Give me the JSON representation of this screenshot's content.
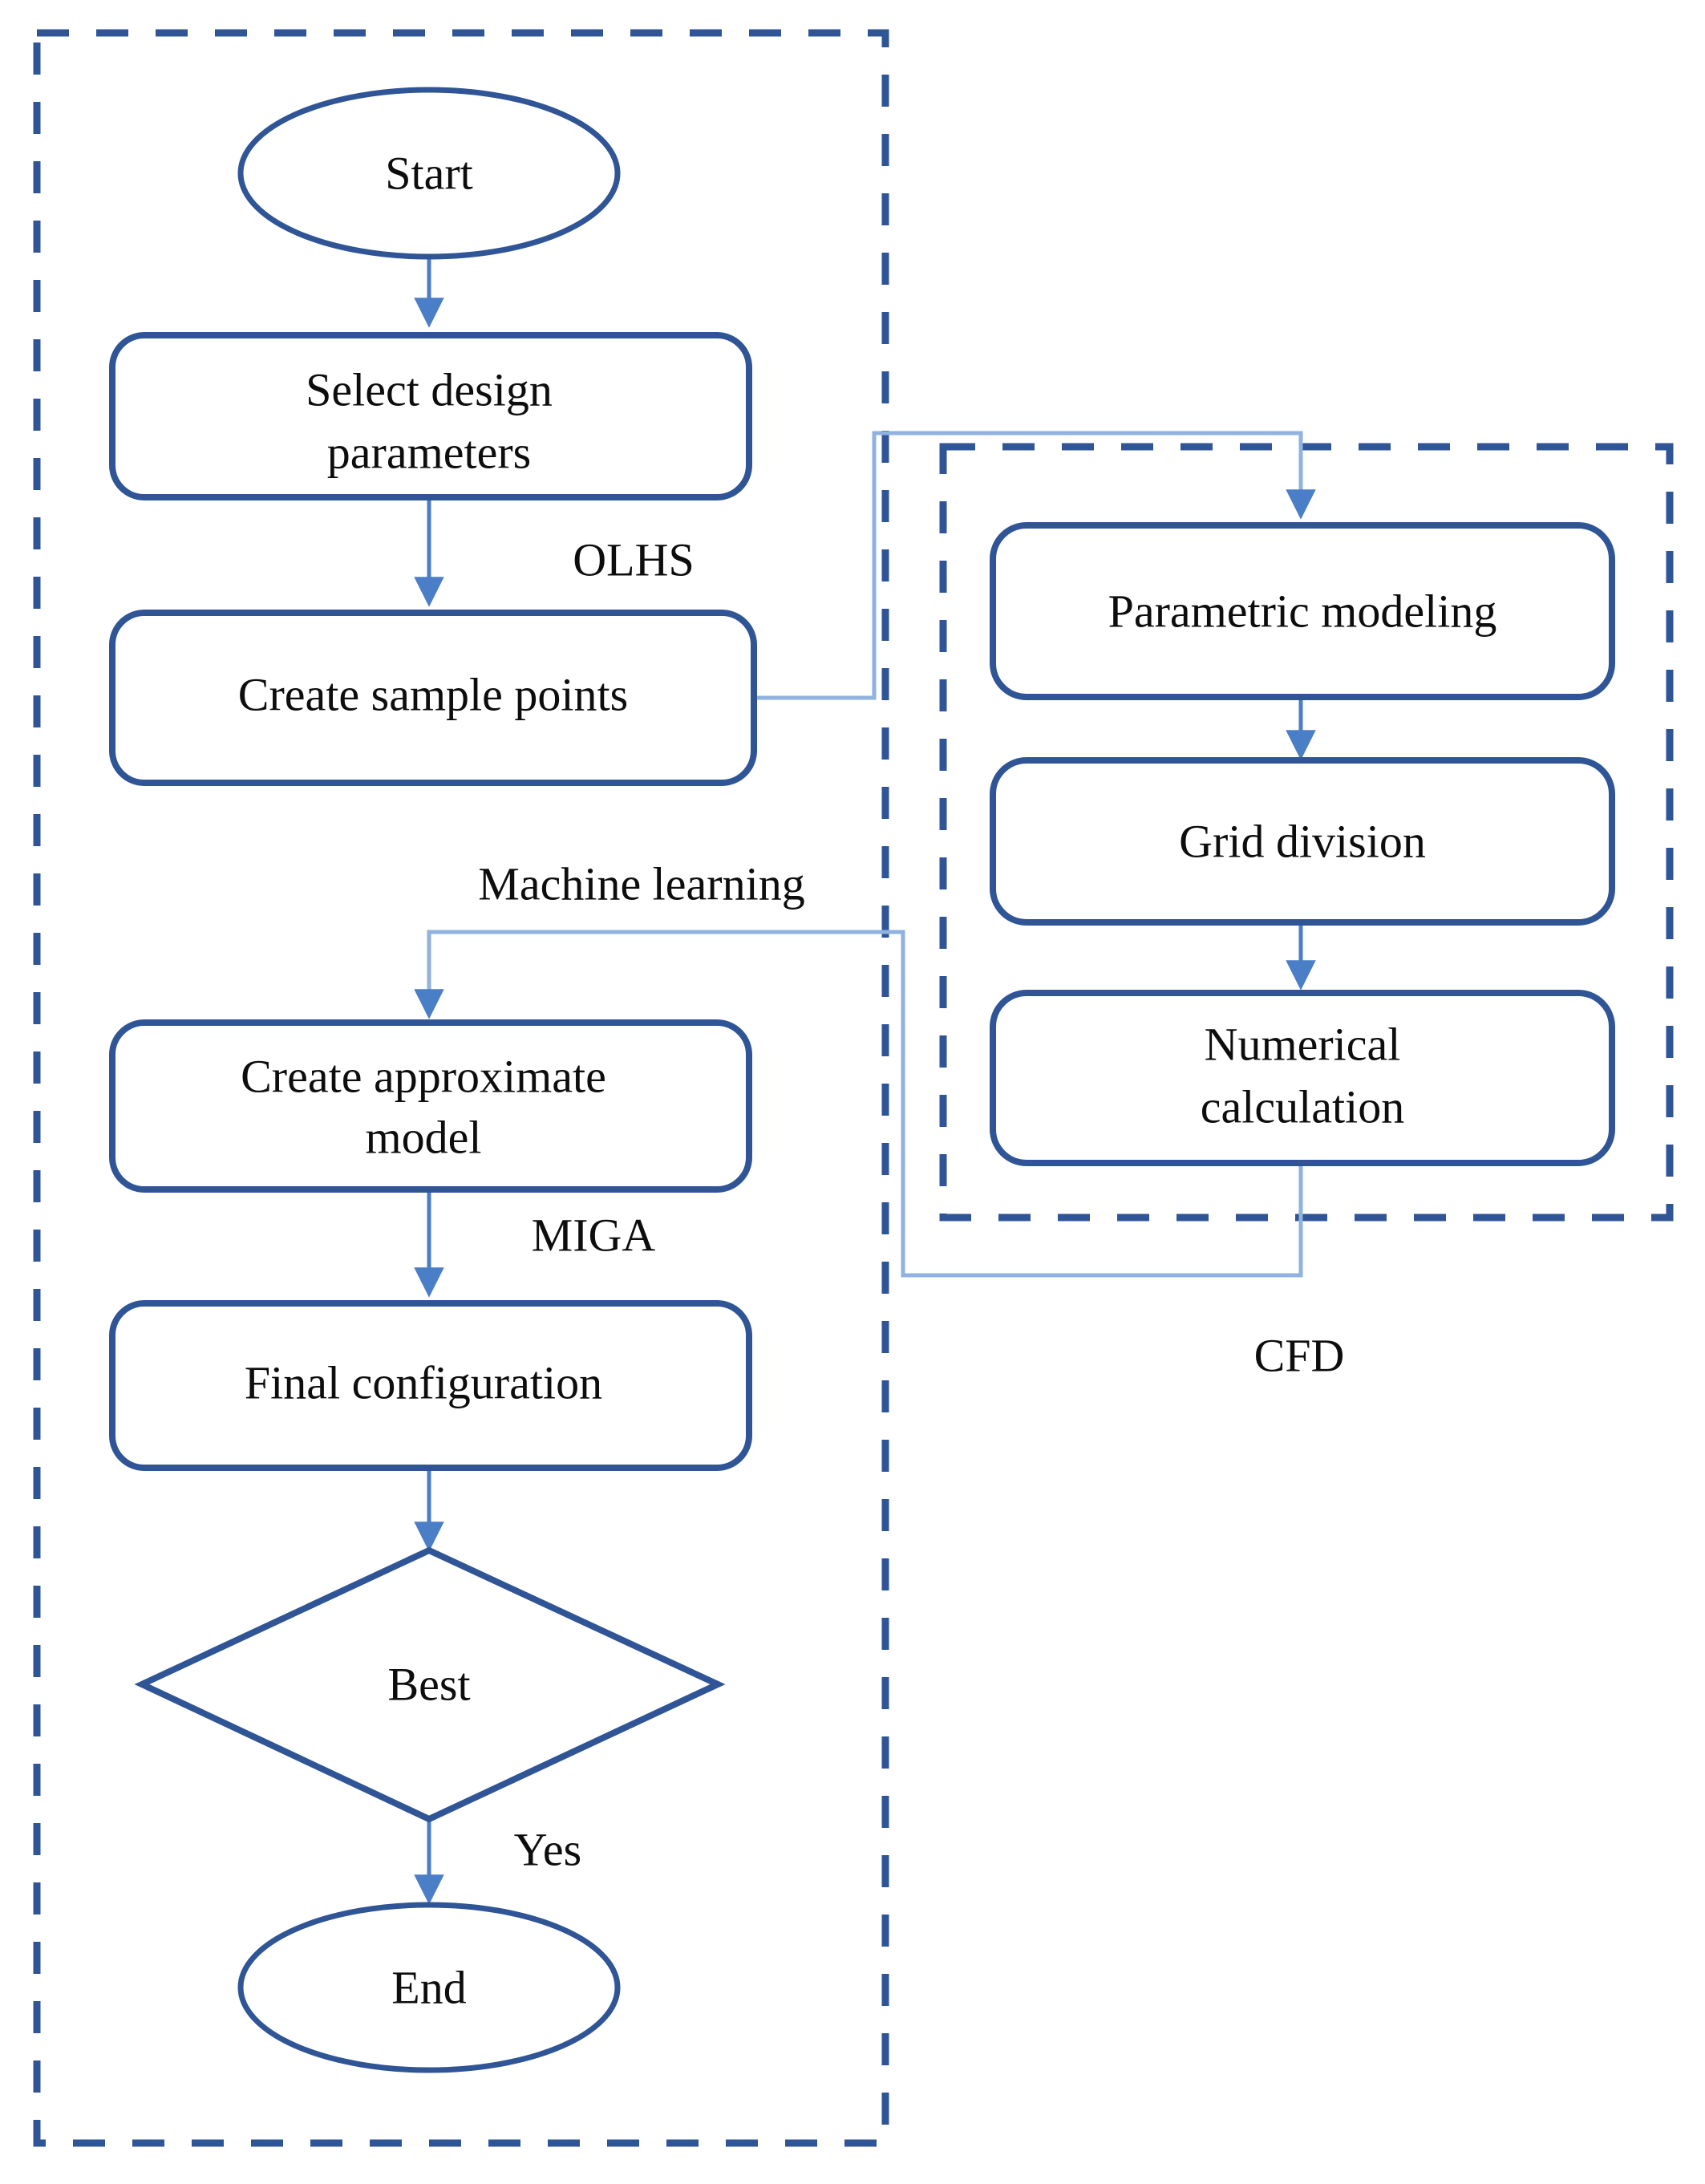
{
  "diagram": {
    "type": "flowchart",
    "title_visible": false,
    "colors": {
      "node_stroke": "#2F5597",
      "connector_stroke": "#5B8AD1",
      "dashed_group_stroke": "#2F5597",
      "text": "#0D0D0D",
      "background": "#FFFFFF"
    },
    "nodes": [
      {
        "id": "start",
        "shape": "ellipse",
        "label": "Start"
      },
      {
        "id": "select",
        "shape": "rounded-rect",
        "label_line1": "Select design",
        "label_line2": "parameters"
      },
      {
        "id": "sample",
        "shape": "rounded-rect",
        "label": "Create sample points"
      },
      {
        "id": "parametric",
        "shape": "rounded-rect",
        "label": "Parametric modeling"
      },
      {
        "id": "grid",
        "shape": "rounded-rect",
        "label": "Grid division"
      },
      {
        "id": "numerical",
        "shape": "rounded-rect",
        "label_line1": "Numerical",
        "label_line2": "calculation"
      },
      {
        "id": "approx",
        "shape": "rounded-rect",
        "label_line1": "Create approximate",
        "label_line2": "model"
      },
      {
        "id": "final",
        "shape": "rounded-rect",
        "label": "Final configuration"
      },
      {
        "id": "best",
        "shape": "diamond",
        "label": "Best"
      },
      {
        "id": "end",
        "shape": "ellipse",
        "label": "End"
      }
    ],
    "edge_labels": {
      "olhs": "OLHS",
      "machine_learning": "Machine learning",
      "miga": "MIGA",
      "yes": "Yes"
    },
    "group_labels": {
      "cfd": "CFD"
    }
  }
}
